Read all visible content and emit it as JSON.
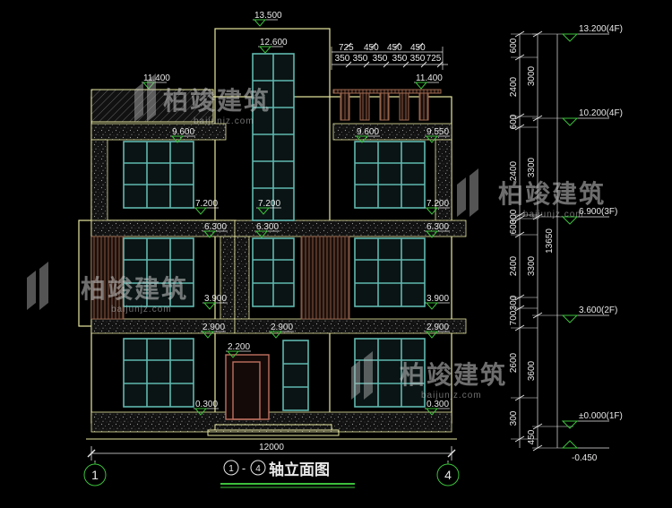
{
  "drawing": {
    "title_axis_start": "1",
    "title_axis_end": "4",
    "title_dash": "-",
    "title_text": "轴立面图",
    "axis_left": "1",
    "axis_right": "4",
    "overall_width": "12000"
  },
  "elevation_labels": {
    "roof_top": "13.500",
    "stair_top": "12.600",
    "parapet_left": "11.400",
    "parapet_right": "11.400",
    "l3_eave_left": "9.600",
    "l3_eave_mid": "9.600",
    "l3_eave_right": "9.550",
    "l3_sill_left": "7.200",
    "l3_sill_mid": "7.200",
    "l3_sill_right": "7.200",
    "l2_eave_left": "6.300",
    "l2_eave_mid": "6.300",
    "l2_eave_right": "6.300",
    "l2_sill_left": "3.900",
    "l2_sill_right": "3.900",
    "l1_eave_left": "2.900",
    "l1_eave_mid": "2.900",
    "l1_eave_right": "2.900",
    "door_top": "2.200",
    "base_left": "0.300",
    "base_right": "0.300"
  },
  "pergola_dims": {
    "top": [
      "725",
      "450",
      "450",
      "450"
    ],
    "bottom": [
      "350",
      "350",
      "350",
      "350",
      "350",
      "725"
    ]
  },
  "floor_levels": [
    "13.200(4F)",
    "10.200(4F)",
    "6.900(3F)",
    "3.600(2F)",
    "±0.000(1F)",
    "-0.450"
  ],
  "vertical_dims": {
    "inner": [
      "600",
      "2400",
      "600",
      "2400",
      "300",
      "600",
      "2400",
      "300",
      "700",
      "2600",
      "300"
    ],
    "middle": [
      "3000",
      "3300",
      "3300",
      "3600",
      "450"
    ],
    "outer": [
      "13650"
    ]
  },
  "watermark": {
    "brand": "柏竣建筑",
    "url": "baijunjz.com"
  },
  "colors": {
    "outline": "#e8e8a0",
    "glass": "#5fb8b0",
    "green": "#3cc03c",
    "white": "#e8e8e8",
    "wood": "#a06a50",
    "door": "#c07060"
  }
}
